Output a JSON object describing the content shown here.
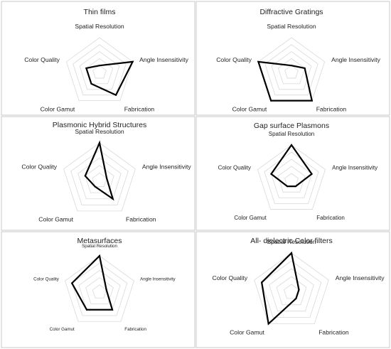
{
  "chart_data": [
    {
      "type": "radar",
      "title": "Thin films",
      "axes": [
        "Spatial Resolution",
        "Angle Insensitivity",
        "Fabrication",
        "Color Gamut",
        "Color Quality"
      ],
      "values": [
        1,
        5,
        4,
        2,
        2
      ],
      "range": [
        0,
        5
      ],
      "levels": 5,
      "grid": true
    },
    {
      "type": "radar",
      "title": "Diffractive Gratings",
      "axes": [
        "Spatial Resolution",
        "Angle Insensitivity",
        "Fabrication",
        "Color Gamut",
        "Color Quality"
      ],
      "values": [
        1,
        2,
        5,
        5,
        5
      ],
      "range": [
        0,
        5
      ],
      "levels": 5,
      "grid": true
    },
    {
      "type": "radar",
      "title": "Plasmonic Hybrid Structures",
      "axes": [
        "Spatial Resolution",
        "Angle Insensitivity",
        "Fabrication",
        "Color Gamut",
        "Color Quality"
      ],
      "values": [
        5,
        1,
        3,
        1,
        2
      ],
      "range": [
        0,
        5
      ],
      "levels": 5,
      "grid": true
    },
    {
      "type": "radar",
      "title": "Gap surface Plasmons",
      "axes": [
        "Spatial Resolution",
        "Angle Insensitivity",
        "Fabrication",
        "Color Gamut",
        "Color Quality"
      ],
      "values": [
        5,
        3,
        1,
        1,
        3
      ],
      "range": [
        0,
        5
      ],
      "levels": 5,
      "grid": true
    },
    {
      "type": "radar",
      "title": "Metasurfaces",
      "axes": [
        "Spatial Resolution",
        "Angle Insensitivity",
        "Fabrication",
        "Color Gamut",
        "Color Quality"
      ],
      "values": [
        5,
        1,
        3,
        3,
        4
      ],
      "range": [
        0,
        5
      ],
      "levels": 5,
      "grid": true
    },
    {
      "type": "radar",
      "title": "All- dielectric Color filters",
      "axes": [
        "Spatial Resolution",
        "Angle Insensitivity",
        "Fabrication",
        "Color Gamut",
        "Color Quality"
      ],
      "values": [
        5,
        1,
        1,
        5,
        4
      ],
      "range": [
        0,
        5
      ],
      "levels": 5,
      "grid": true
    }
  ],
  "colors": {
    "line": "#000000",
    "grid": "#d9d9d9",
    "border": "#c8c8c8"
  }
}
